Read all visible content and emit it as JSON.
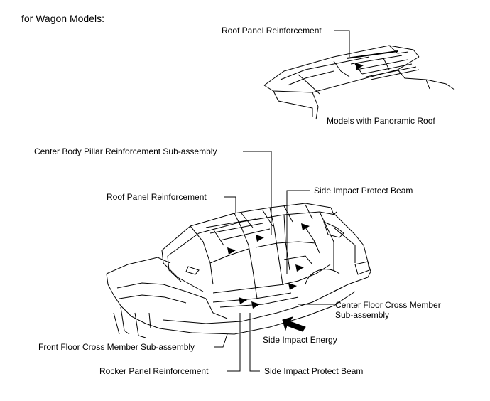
{
  "heading": "for Wagon Models:",
  "top_diagram": {
    "roof_panel_reinforcement": "Roof Panel Reinforcement",
    "caption": "Models with Panoramic Roof"
  },
  "main_diagram": {
    "center_body_pillar": "Center Body Pillar Reinforcement Sub-assembly",
    "roof_panel_reinforcement": "Roof Panel Reinforcement",
    "side_impact_protect_beam_upper": "Side Impact Protect Beam",
    "center_floor_cross_member_line1": "Center Floor Cross Member",
    "center_floor_cross_member_line2": "Sub-assembly",
    "side_impact_energy": "Side Impact Energy",
    "front_floor_cross_member": "Front Floor Cross Member Sub-assembly",
    "rocker_panel_reinforcement": "Rocker Panel Reinforcement",
    "side_impact_protect_beam_lower": "Side Impact Protect Beam"
  }
}
